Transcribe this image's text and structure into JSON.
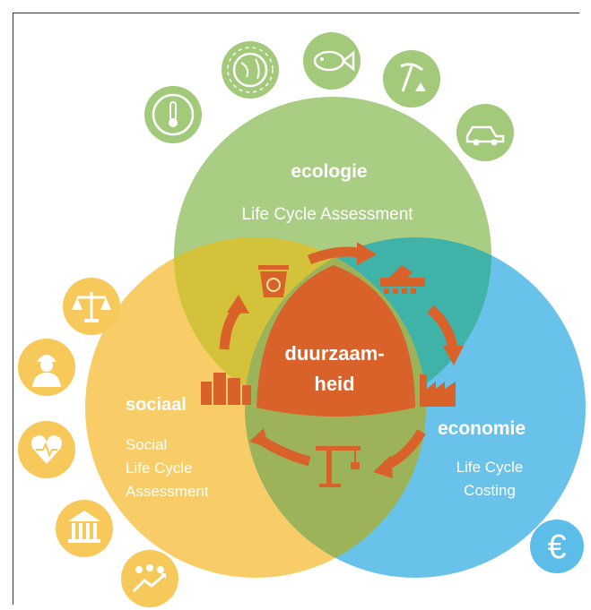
{
  "ecologie": {
    "title": "ecologie",
    "subtitle": "Life Cycle Assessment",
    "color": "#a3c97a"
  },
  "sociaal": {
    "title": "sociaal",
    "subtitle_lines": [
      "Social",
      "Life Cycle",
      "Assessment"
    ],
    "color": "#f7c85a"
  },
  "economie": {
    "title": "economie",
    "subtitle_lines": [
      "Life Cycle",
      "Costing"
    ],
    "color": "#5bbde8"
  },
  "center": {
    "lines": [
      "duurzaam-",
      "heid"
    ],
    "color": "#d9622b"
  },
  "cycle_arrow_color": "#d9622b",
  "ecology_icons": [
    "thermometer-icon",
    "globe-icon",
    "fish-icon",
    "mining-pickaxe-icon",
    "car-icon"
  ],
  "social_icons": [
    "scales-of-justice-icon",
    "worker-icon",
    "heart-pulse-icon",
    "government-building-icon",
    "community-growth-icon"
  ],
  "economy_icons": [
    "euro-icon"
  ],
  "cycle_icons": [
    "recycle-bin-icon",
    "raw-material-extraction-icon",
    "factory-icon",
    "construction-crane-icon",
    "city-buildings-icon"
  ],
  "euro_symbol": "€"
}
